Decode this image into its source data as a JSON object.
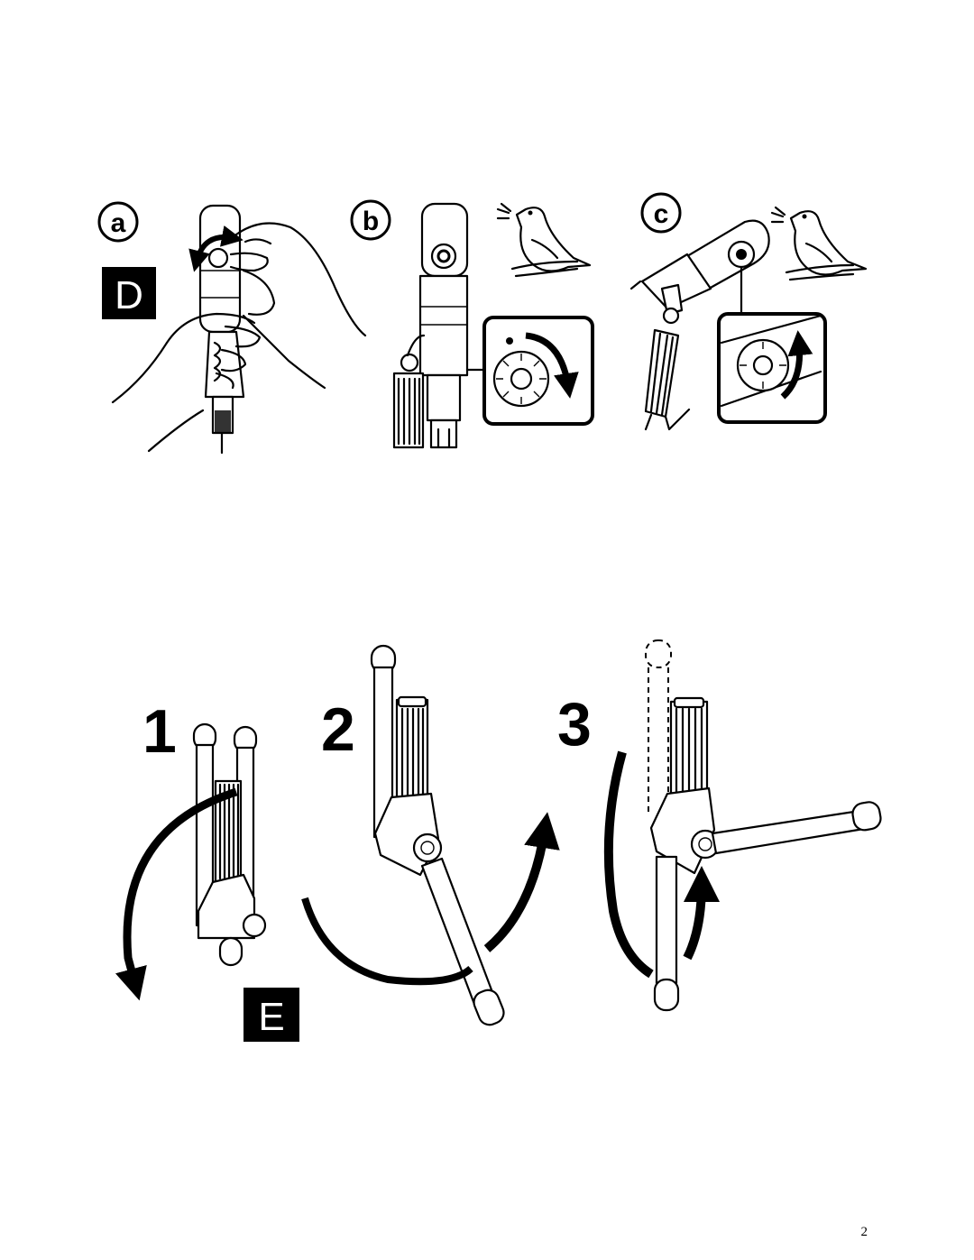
{
  "figure_d": {
    "section_letter": "D",
    "panels": [
      {
        "label": "a"
      },
      {
        "label": "b"
      },
      {
        "label": "c"
      }
    ]
  },
  "figure_e": {
    "section_letter": "E",
    "steps": [
      {
        "number": "1"
      },
      {
        "number": "2"
      },
      {
        "number": "3"
      }
    ]
  },
  "page_number": "2"
}
